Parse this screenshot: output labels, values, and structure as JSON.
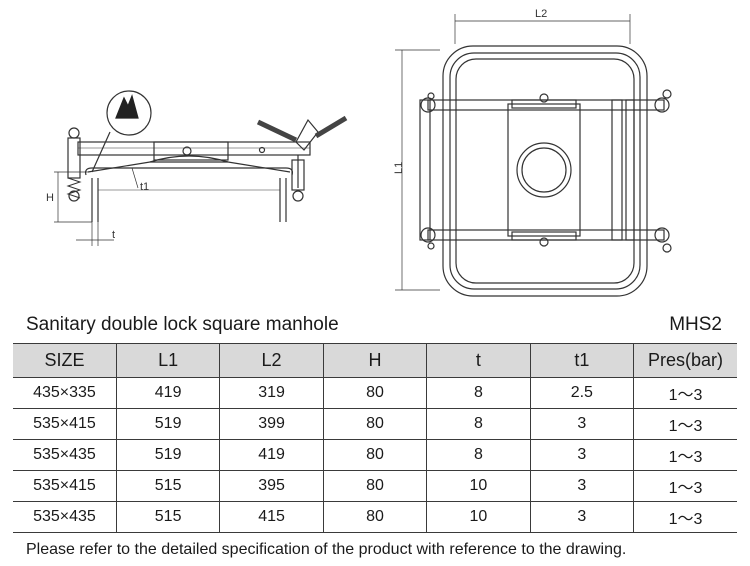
{
  "drawing": {
    "labels": {
      "h": "H",
      "t1": "t1",
      "t": "t",
      "l1": "L1",
      "l2": "L2"
    }
  },
  "header": {
    "title": "Sanitary double lock square manhole",
    "code": "MHS2"
  },
  "table": {
    "columns": [
      "SIZE",
      "L1",
      "L2",
      "H",
      "t",
      "t1",
      "Pres(bar)"
    ],
    "rows": [
      [
        "435×335",
        "419",
        "319",
        "80",
        "8",
        "2.5",
        "1～3"
      ],
      [
        "535×415",
        "519",
        "399",
        "80",
        "8",
        "3",
        "1～3"
      ],
      [
        "535×435",
        "519",
        "419",
        "80",
        "8",
        "3",
        "1～3"
      ],
      [
        "535×415",
        "515",
        "395",
        "80",
        "10",
        "3",
        "1～3"
      ],
      [
        "535×435",
        "515",
        "415",
        "80",
        "10",
        "3",
        "1～3"
      ]
    ]
  },
  "footer": {
    "note": "Please refer to the detailed specification of the product with reference to the drawing."
  }
}
